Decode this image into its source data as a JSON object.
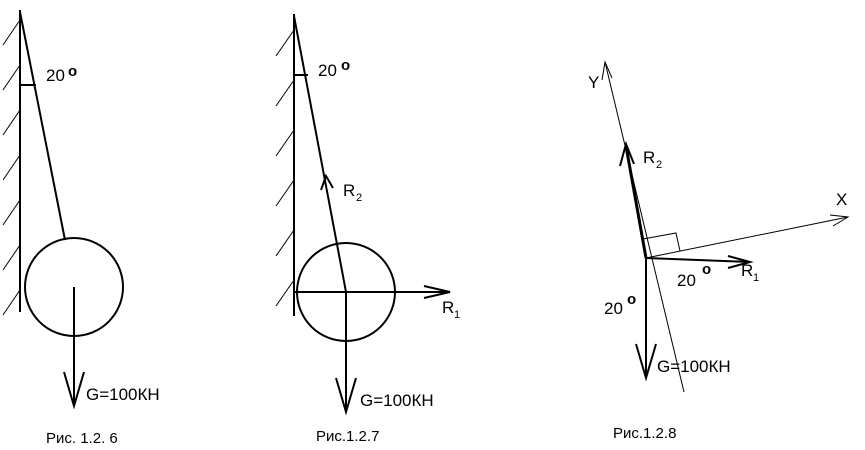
{
  "figures": [
    {
      "caption": "Рис. 1.2. 6",
      "angle": "20",
      "degree_symbol": "o",
      "force_label": "G=100КН"
    },
    {
      "caption": "Рис.1.2.7",
      "angle": "20",
      "degree_symbol": "o",
      "r2_label": "R",
      "r2_sub": "2",
      "r1_label": "R",
      "r1_sub": "1",
      "force_label": "G=100КН"
    },
    {
      "caption": "Рис.1.2.8",
      "axis_y": "Y",
      "axis_x": "X",
      "r2_label": "R",
      "r2_sub": "2",
      "r1_label": "R",
      "r1_sub": "1",
      "angle_right": "20",
      "angle_left": "20",
      "degree_symbol": "o",
      "force_label": "G=100КН"
    }
  ]
}
